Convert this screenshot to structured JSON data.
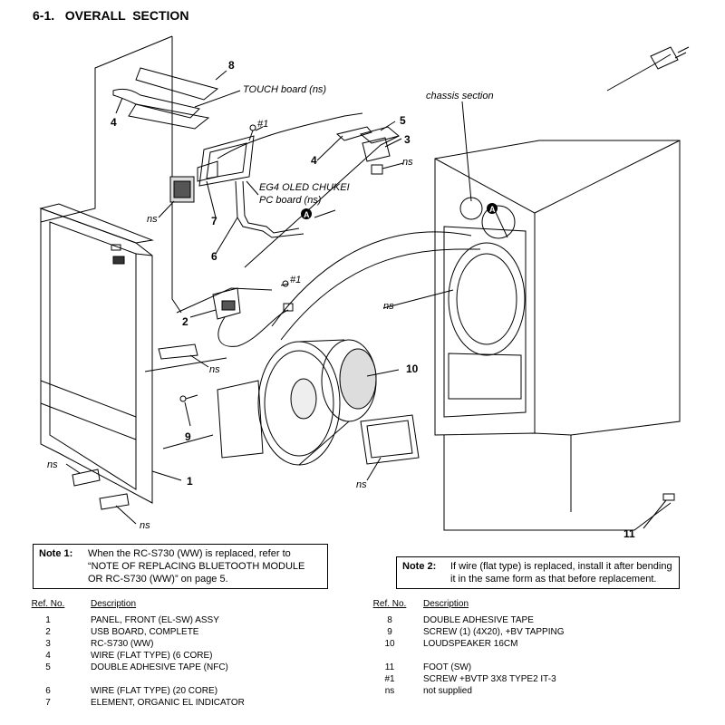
{
  "title": "6-1.   OVERALL  SECTION",
  "callouts": {
    "n8": "8",
    "n4a": "4",
    "n4b": "4",
    "n5": "5",
    "n3": "3",
    "n7": "7",
    "n6": "6",
    "n2": "2",
    "n9": "9",
    "n1": "1",
    "n10": "10",
    "n11": "11",
    "h1a": "#1",
    "h1b": "#1",
    "touch": "TOUCH board (ns)",
    "chassis": "chassis section",
    "eg4_1": "EG4 OLED CHUKEI",
    "eg4_2": "PC board (ns)",
    "ns": "ns",
    "ref_a": "A"
  },
  "note1": {
    "label": "Note 1:",
    "lines": [
      "When the RC-S730 (WW) is replaced, refer to",
      "“NOTE OF REPLACING BLUETOOTH MODULE",
      "OR RC-S730 (WW)” on page 5."
    ]
  },
  "note2": {
    "label": "Note 2:",
    "lines": [
      "If wire (flat type) is replaced, install it after bending",
      "it in the same form as that before replacement."
    ]
  },
  "parts_headers": {
    "ref": "Ref. No.",
    "desc": "Description"
  },
  "parts_left": [
    {
      "ref": "1",
      "desc": "PANEL, FRONT (EL-SW) ASSY"
    },
    {
      "ref": "2",
      "desc": "USB BOARD, COMPLETE"
    },
    {
      "ref": "3",
      "desc": "RC-S730 (WW)"
    },
    {
      "ref": "4",
      "desc": "WIRE (FLAT TYPE) (6 CORE)"
    },
    {
      "ref": "5",
      "desc": "DOUBLE ADHESIVE TAPE (NFC)"
    },
    {
      "ref": "",
      "desc": ""
    },
    {
      "ref": "6",
      "desc": "WIRE (FLAT TYPE) (20 CORE)"
    },
    {
      "ref": "7",
      "desc": "ELEMENT, ORGANIC EL INDICATOR"
    }
  ],
  "parts_right": [
    {
      "ref": "8",
      "desc": "DOUBLE ADHESIVE TAPE"
    },
    {
      "ref": "9",
      "desc": "SCREW (1) (4X20), +BV TAPPING"
    },
    {
      "ref": "10",
      "desc": "LOUDSPEAKER 16CM"
    },
    {
      "ref": "",
      "desc": ""
    },
    {
      "ref": "11",
      "desc": "FOOT (SW)"
    },
    {
      "ref": "#1",
      "desc": "SCREW +BVTP 3X8 TYPE2 IT-3"
    },
    {
      "ref": "ns",
      "desc": "not supplied"
    }
  ]
}
